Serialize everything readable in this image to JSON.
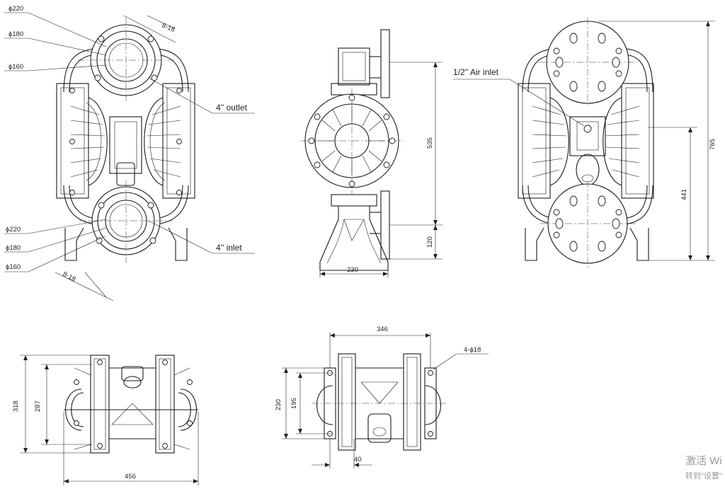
{
  "labels": {
    "top_left": {
      "dia_220": "ϕ220",
      "dia_180": "ϕ180",
      "dia_160": "ϕ160",
      "holes": "8-18",
      "outlet": "4'' outlet"
    },
    "bottom_left": {
      "dia_220": "ϕ220",
      "dia_180": "ϕ180",
      "dia_160": "ϕ160",
      "holes": "8-18",
      "inlet": "4'' inlet"
    },
    "side_view": {
      "height_535": "535",
      "height_120": "120",
      "width_230": "230"
    },
    "rear_view": {
      "air_inlet": "1/2'' Air inlet",
      "height_765": "765",
      "height_441": "441"
    },
    "plan_view": {
      "height_318": "318",
      "height_287": "287",
      "width_456": "456"
    },
    "base_view": {
      "width_346": "346",
      "holes": "4-ϕ18",
      "height_230": "230",
      "height_195": "195",
      "width_40": "40"
    }
  },
  "watermark": {
    "line1": "激活 Wi",
    "line2": "转到\"设置\""
  }
}
